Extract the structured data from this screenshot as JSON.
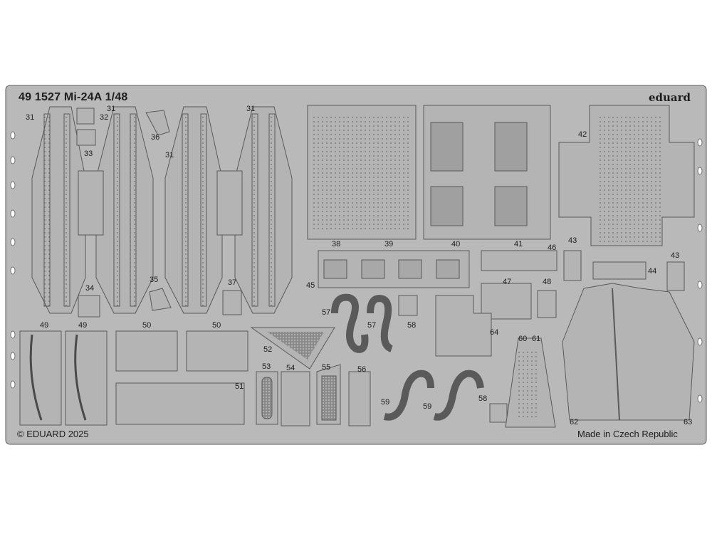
{
  "header": {
    "title": "49 1527 Mi-24A 1/48",
    "brand": "eduard"
  },
  "footer": {
    "copyright": "© EDUARD 2025",
    "origin": "Made in Czech Republic"
  },
  "part_numbers": [
    "31",
    "32",
    "33",
    "34",
    "35",
    "36",
    "37",
    "38",
    "39",
    "40",
    "41",
    "42",
    "43",
    "44",
    "45",
    "46",
    "47",
    "48",
    "49",
    "50",
    "51",
    "52",
    "53",
    "54",
    "55",
    "56",
    "57",
    "58",
    "59",
    "60",
    "61",
    "62",
    "63",
    "64"
  ],
  "colors": {
    "fret_fill": "#b4b4b4",
    "fret_stroke": "#5a5a5a",
    "background": "#ffffff",
    "text": "#1e1e1e"
  }
}
